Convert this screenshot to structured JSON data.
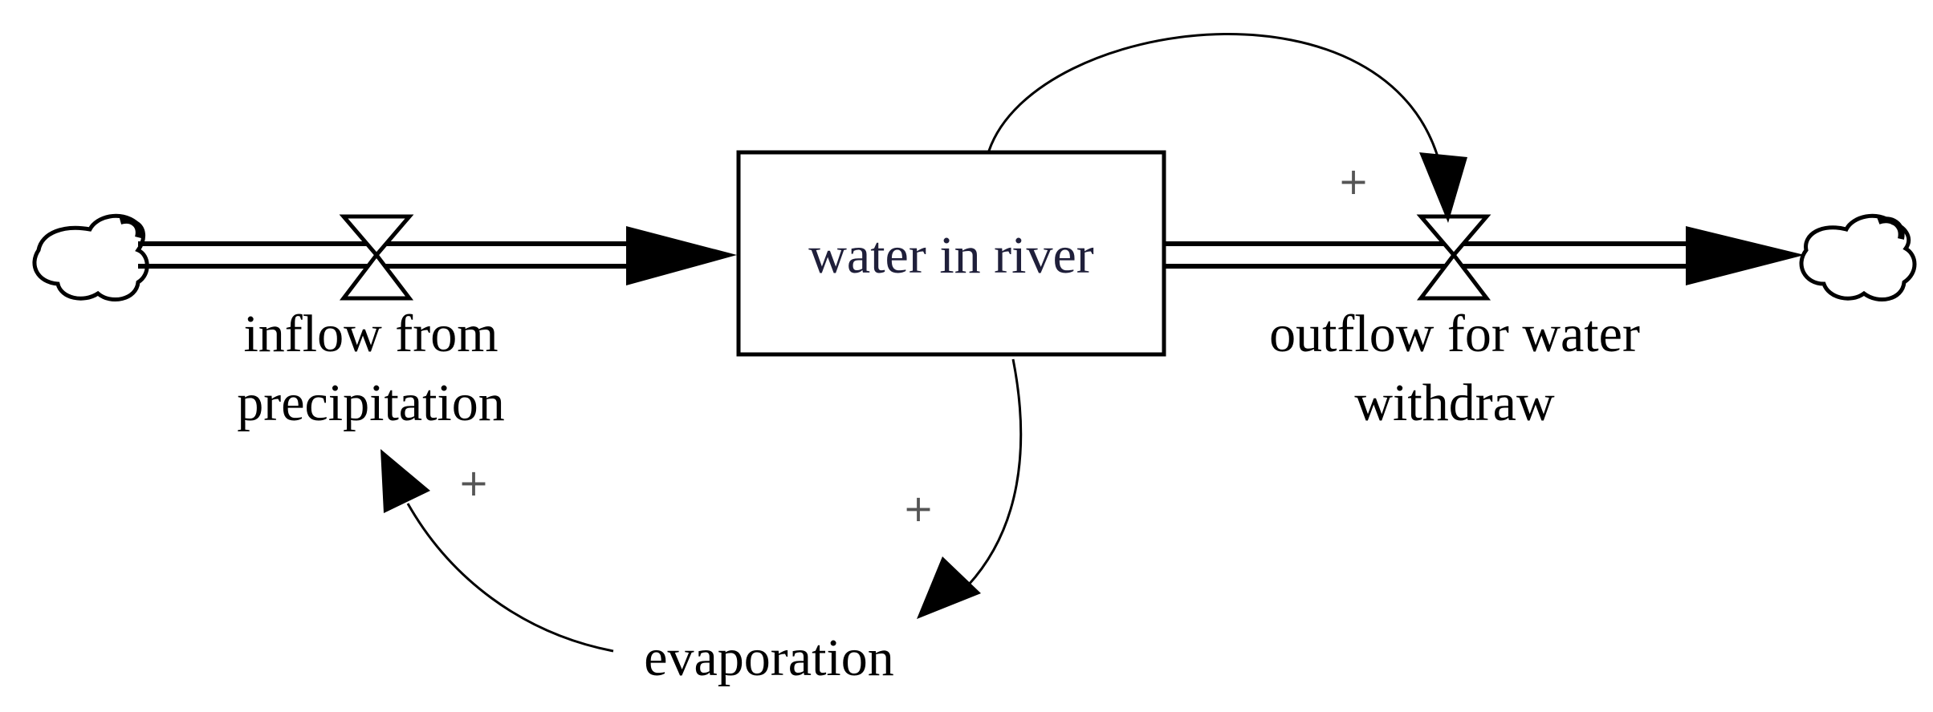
{
  "diagram": {
    "stock": {
      "label": "water in river"
    },
    "flows": {
      "inflow": {
        "label_line1": "inflow from",
        "label_line2": "precipitation"
      },
      "outflow": {
        "label_line1": "outflow for water",
        "label_line2": "withdraw"
      }
    },
    "auxiliaries": {
      "evaporation": {
        "label": "evaporation"
      }
    },
    "links": [
      {
        "from": "water in river",
        "to": "outflow for water withdraw",
        "polarity": "+"
      },
      {
        "from": "water in river",
        "to": "evaporation",
        "polarity": "+"
      },
      {
        "from": "evaporation",
        "to": "inflow from precipitation",
        "polarity": "+"
      }
    ]
  }
}
